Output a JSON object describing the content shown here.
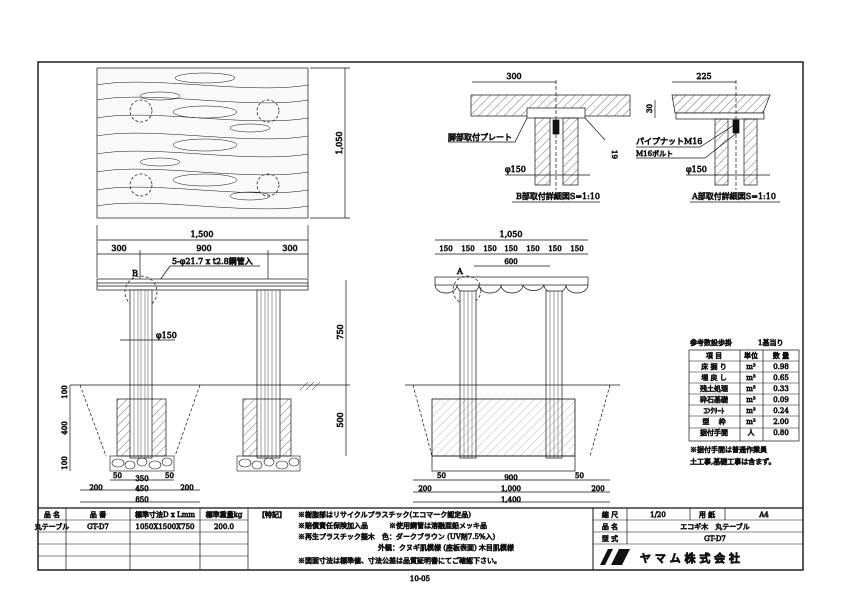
{
  "plan": {
    "width_dim": "1,500",
    "depth_dim": "1,050"
  },
  "side": {
    "overall": "1,500",
    "seg1": "300",
    "seg2": "900",
    "seg3": "300",
    "pipe_note": "5-φ21.7 x t2.8鋼管入",
    "detail_b": "B",
    "leg_dia": "φ150",
    "height": "750",
    "embed": "500",
    "d100a": "100",
    "d400": "400",
    "d100b": "100",
    "d50a": "50",
    "d350": "350",
    "d50b": "50",
    "d450": "450",
    "d200a": "200",
    "d200b": "200",
    "d850": "850"
  },
  "front": {
    "overall": "1,050",
    "segs": [
      "150",
      "150",
      "150",
      "150",
      "150",
      "150",
      "150"
    ],
    "mid": "600",
    "detail_a": "A",
    "d900": "900",
    "d1000": "1,000",
    "d1400": "1,400",
    "d200a": "200",
    "d200b": "200",
    "d50a": "50",
    "d50b": "50"
  },
  "detail_b": {
    "dim": "300",
    "plate": "脚部取付プレート",
    "dia": "φ150",
    "dim2": "19",
    "caption": "B部取付詳細図S=1:10"
  },
  "detail_a": {
    "dim": "225",
    "dim30": "30",
    "nut": "パイプナットM16",
    "bolt": "M16ボルト",
    "dia": "φ150",
    "caption": "A部取付詳細図S=1:10"
  },
  "quantities": {
    "title": "参考数設歩掛",
    "unit_note": "1基当り",
    "headers": [
      "項 目",
      "単位",
      "数 量"
    ],
    "rows": [
      [
        "床 掘 り",
        "m³",
        "0.98"
      ],
      [
        "埋 戻 し",
        "m³",
        "0.65"
      ],
      [
        "残土処理",
        "m³",
        "0.33"
      ],
      [
        "砕石基礎",
        "m³",
        "0.09"
      ],
      [
        "ｺﾝｸﾘｰﾄ",
        "m³",
        "0.24"
      ],
      [
        "型　 枠",
        "m²",
        "2.00"
      ],
      [
        "据付手間",
        "人",
        "0.80"
      ]
    ],
    "note1": "※据付手間は普通作業員",
    "note2": "土工事,基礎工事は含まず。"
  },
  "spec_table": {
    "headers": [
      "品 名",
      "品 番",
      "標準寸法D x Lmm",
      "標準重量kg"
    ],
    "row": [
      "丸テーブル",
      "GT-D7",
      "1050X1500X750",
      "200.0"
    ]
  },
  "notes": {
    "label": "【特記】",
    "lines": [
      "※樹脂部はリサイクルプラスチック(エコマーク認定品)",
      "※賠償責任保険加入品　　　※使用鋼管は溶融亜鉛メッキ品",
      "※再生プラスチック擬木　色：ダークブラウン (UV剤7.5%入)",
      "外観：クヌギ肌模様 (座板表面) 木目肌模様",
      "※図面寸法は標準値、寸法公差は品質証明書にてご確認下さい。"
    ]
  },
  "title_block": {
    "scale_label": "縮 尺",
    "scale": "1/20",
    "paper_label": "用 紙",
    "paper": "A4",
    "name_label": "品 名",
    "name": "エコギ木　丸テーブル",
    "model_label": "型 式",
    "model": "GT-D7",
    "company": "ヤ マ ム 株 式 会 社"
  },
  "page_number": "10-05"
}
